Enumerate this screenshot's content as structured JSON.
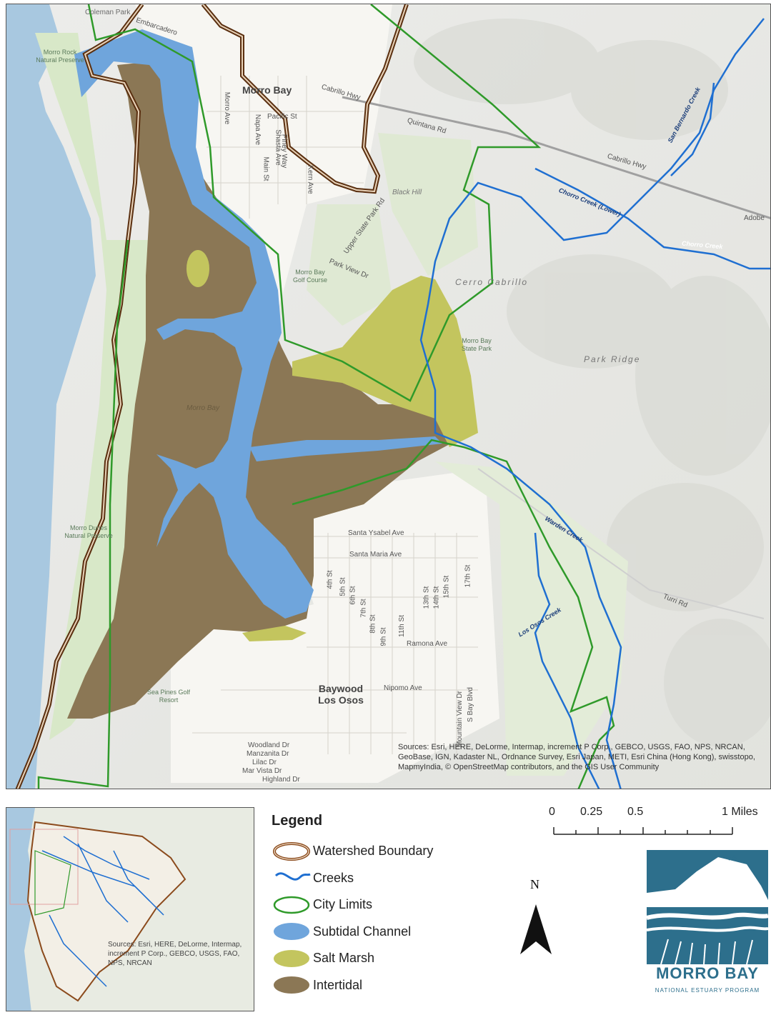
{
  "map": {
    "labels": {
      "coleman_park": "Coleman Park",
      "morro_rock": "Morro Rock Natural Preserve",
      "embarcadero": "Embarcadero",
      "morro_bay": "Morro Bay",
      "cabrillo_hwy_1": "Cabrillo Hwy",
      "cabrillo_hwy_2": "Cabrillo Hwy",
      "quintana": "Quintana Rd",
      "pacific": "Pacific St",
      "morro_ave": "Morro Ave",
      "napa": "Napa Ave",
      "piney": "Piney Way",
      "main": "Main St",
      "kern": "Kern Ave",
      "shasta": "Shasta Ave",
      "black_hill": "Black Hill",
      "upper_state_park": "Upper State Park Rd",
      "park_view": "Park View Dr",
      "golf": "Morro Bay Golf Course",
      "cerro_cabrillo": "Cerro Cabrillo",
      "state_park": "Morro Bay State Park",
      "park_ridge": "Park Ridge",
      "chorro_lower": "Chorro Creek (Lower)",
      "chorro": "Chorro Creek",
      "san_bernardo": "San Bernardo Creek",
      "adobe": "Adobe",
      "warden": "Warden Creek",
      "los_osos": "Los Osos Creek",
      "turri": "Turri Rd",
      "dunes": "Morro Dunes Natural Preserve",
      "santa_ysabel": "Santa Ysabel Ave",
      "santa_maria": "Santa Maria Ave",
      "ramona": "Ramona Ave",
      "nipomo": "Nipomo Ave",
      "baywood": "Baywood Los Osos",
      "sea_pines": "Sea Pines Golf Resort",
      "woodland": "Woodland Dr",
      "manzanita": "Manzanita Dr",
      "lilac": "Lilac Dr",
      "mar_vista": "Mar Vista Dr",
      "highland": "Highland Dr",
      "s4": "4th St",
      "s5": "5th St",
      "s6": "6th St",
      "s7": "7th St",
      "s8": "8th St",
      "s9": "9th St",
      "s11": "11th St",
      "s13": "13th St",
      "s14": "14th St",
      "s15": "15th St",
      "s17": "17th St",
      "mountain_view": "Mountain View Dr",
      "south_bay": "S Bay Blvd",
      "morro_bay_water": "Morro Bay"
    },
    "sources": "Sources: Esri, HERE, DeLorme, Intermap, increment P Corp., GEBCO, USGS, FAO, NPS, NRCAN, GeoBase, IGN, Kadaster NL, Ordnance Survey, Esri Japan, METI, Esri China (Hong Kong), swisstopo, MapmyIndia, © OpenStreetMap contributors, and the GIS User Community"
  },
  "inset": {
    "sources": "Sources: Esri, HERE, DeLorme, Intermap, increment P Corp., GEBCO, USGS, FAO, NPS, NRCAN"
  },
  "legend": {
    "title": "Legend",
    "items": [
      {
        "label": "Watershed Boundary",
        "color": "#8b4a1c"
      },
      {
        "label": "Creeks",
        "color": "#1f6fd1"
      },
      {
        "label": "City Limits",
        "color": "#2f9a2a"
      },
      {
        "label": "Subtidal Channel",
        "color": "#6fa5dc"
      },
      {
        "label": "Salt Marsh",
        "color": "#c3c55e"
      },
      {
        "label": "Intertidal",
        "color": "#8b7755"
      }
    ]
  },
  "scale_bar": {
    "ticks": [
      "0",
      "0.25",
      "0.5",
      "1 Miles"
    ]
  },
  "north_arrow": {
    "label": "N"
  },
  "logo": {
    "name": "MORRO BAY",
    "subtitle": "NATIONAL ESTUARY PROGRAM"
  }
}
